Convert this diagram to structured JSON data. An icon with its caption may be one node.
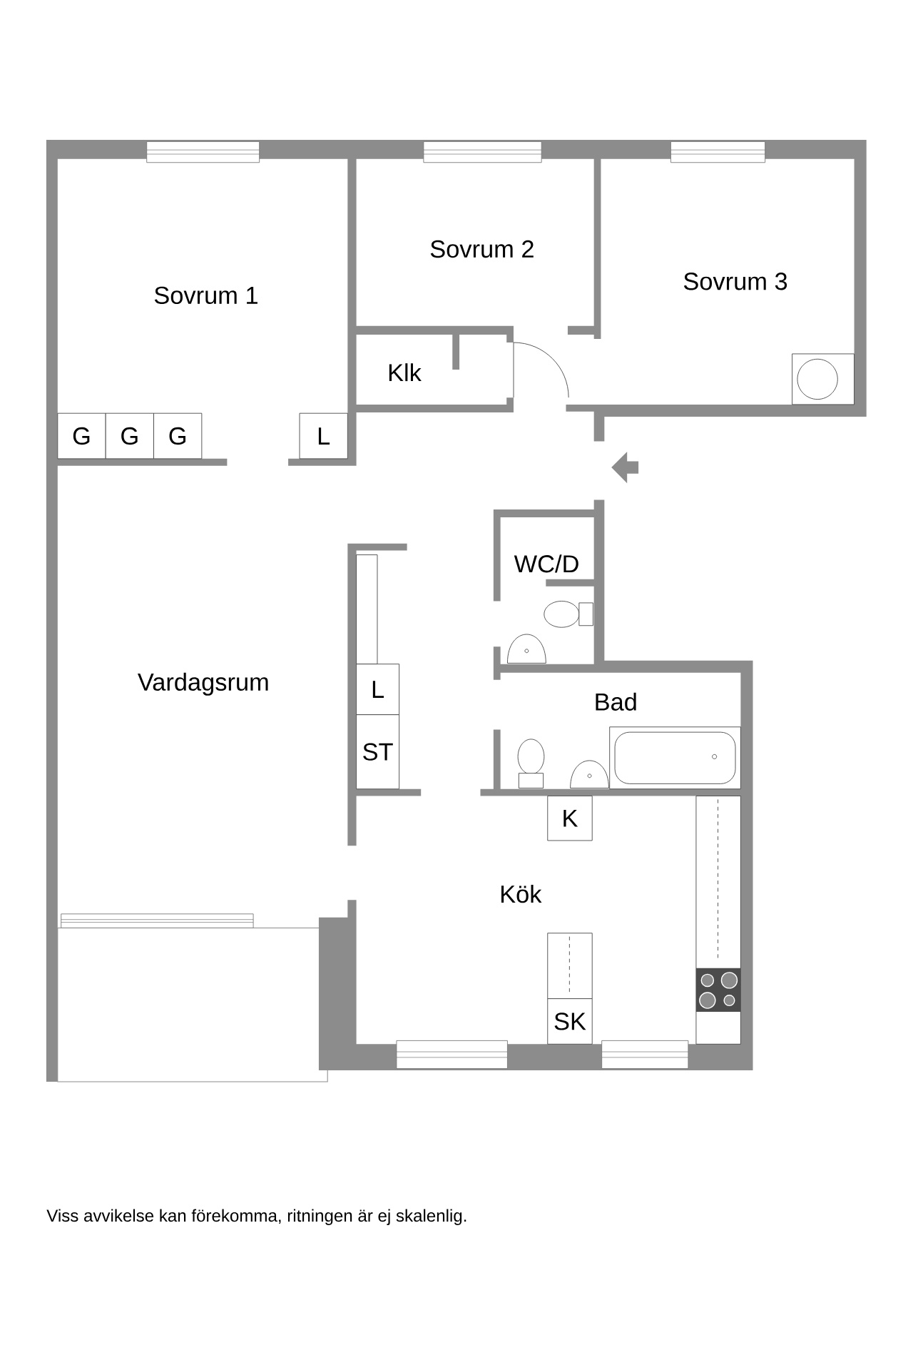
{
  "diagram": {
    "caption": "Viss avvikelse kan förekomma, ritningen är ej skalenlig.",
    "nodes": [
      {
        "text": [
          "G"
        ]
      },
      {
        "text": [
          "G"
        ]
      },
      {
        "text": [
          "G"
        ]
      },
      {
        "text": [
          "L"
        ]
      },
      {
        "text": [
          "L"
        ]
      },
      {
        "text": [
          "ST"
        ]
      },
      {
        "text": [
          "K"
        ]
      },
      {
        "text": [
          "SK"
        ]
      }
    ],
    "labels": [
      "Sovrum 2",
      "Sovrum 3",
      "Sovrum 1",
      "Klk",
      "WC/D",
      "Vardagsrum",
      "Bad",
      "Kök"
    ]
  }
}
